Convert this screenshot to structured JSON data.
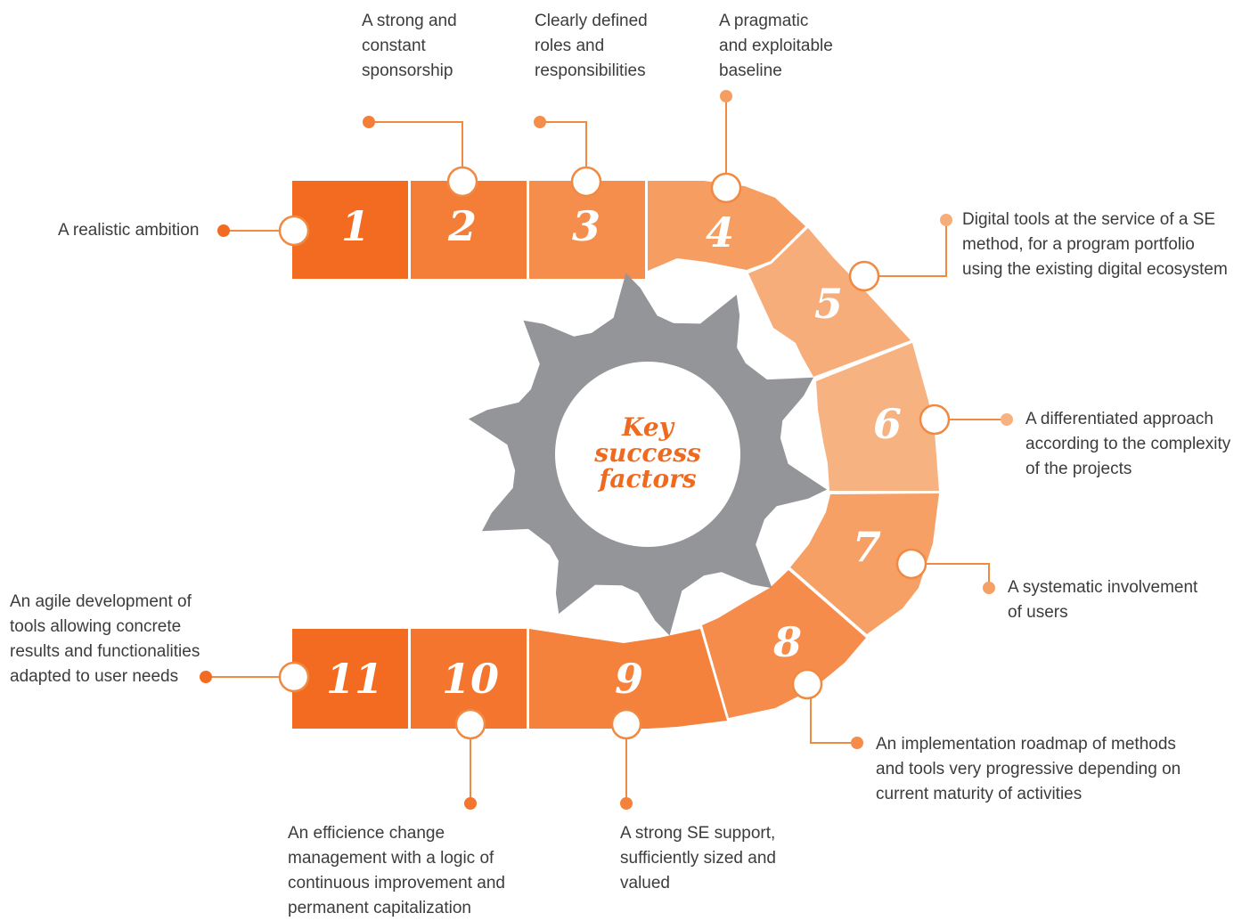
{
  "title": "Key success factors",
  "title_lines": [
    "Key",
    "success",
    "factors"
  ],
  "colors": {
    "gear": "#939598",
    "title": "#ef6a1e",
    "connector_line": "#f08a43",
    "segment_1": "#f26b21",
    "segment_2": "#f47d37",
    "segment_3": "#f58e4c",
    "segment_4": "#f69e62",
    "segment_5": "#f7ad79",
    "segment_6": "#f7b282",
    "segment_7": "#f6a066",
    "segment_8": "#f58c4b",
    "segment_9": "#f4813c",
    "segment_10": "#f3752e",
    "segment_11": "#f26b21"
  },
  "factors": [
    {
      "number": "1",
      "label": "A realistic ambition"
    },
    {
      "number": "2",
      "label": "A strong and\nconstant\nsponsorship"
    },
    {
      "number": "3",
      "label": "Clearly defined\nroles and\nresponsibilities"
    },
    {
      "number": "4",
      "label": "A pragmatic\nand exploitable\nbaseline"
    },
    {
      "number": "5",
      "label": "Digital tools at the service of a SE\nmethod, for a program portfolio\nusing the existing digital ecosystem"
    },
    {
      "number": "6",
      "label": "A differentiated approach\naccording to the complexity\nof the projects"
    },
    {
      "number": "7",
      "label": "A systematic involvement\nof users"
    },
    {
      "number": "8",
      "label": "An implementation roadmap of methods\nand tools very progressive depending on\ncurrent maturity of activities"
    },
    {
      "number": "9",
      "label": "A strong SE support,\nsufficiently sized and\nvalued"
    },
    {
      "number": "10",
      "label": "An efficience change\nmanagement with a logic of\ncontinuous improvement and\npermanent capitalization"
    },
    {
      "number": "11",
      "label": "An agile development of\ntools allowing concrete\nresults and functionalities\nadapted to user needs"
    }
  ]
}
